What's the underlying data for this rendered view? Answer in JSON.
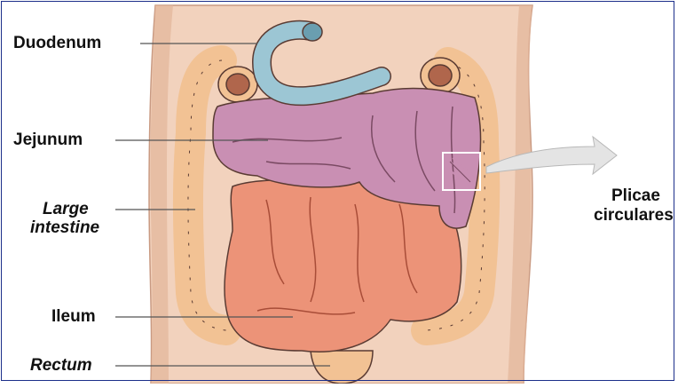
{
  "labels": {
    "duodenum": "Duodenum",
    "jejunum": "Jejunum",
    "large_intestine_line1": "Large",
    "large_intestine_line2": "intestine",
    "ileum": "Ileum",
    "rectum": "Rectum",
    "plicae_line1": "Plicae",
    "plicae_line2": "circulares"
  },
  "colors": {
    "skin": "#f2d2bd",
    "skin_shadow": "#e2b59a",
    "duodenum": "#9cc6d4",
    "jejunum": "#c98fb3",
    "ileum": "#ec9378",
    "large_intestine": "#f2c294",
    "outline": "#5a3b33",
    "arrow": "#e4e4e4",
    "frame": "#1c2f8a"
  }
}
